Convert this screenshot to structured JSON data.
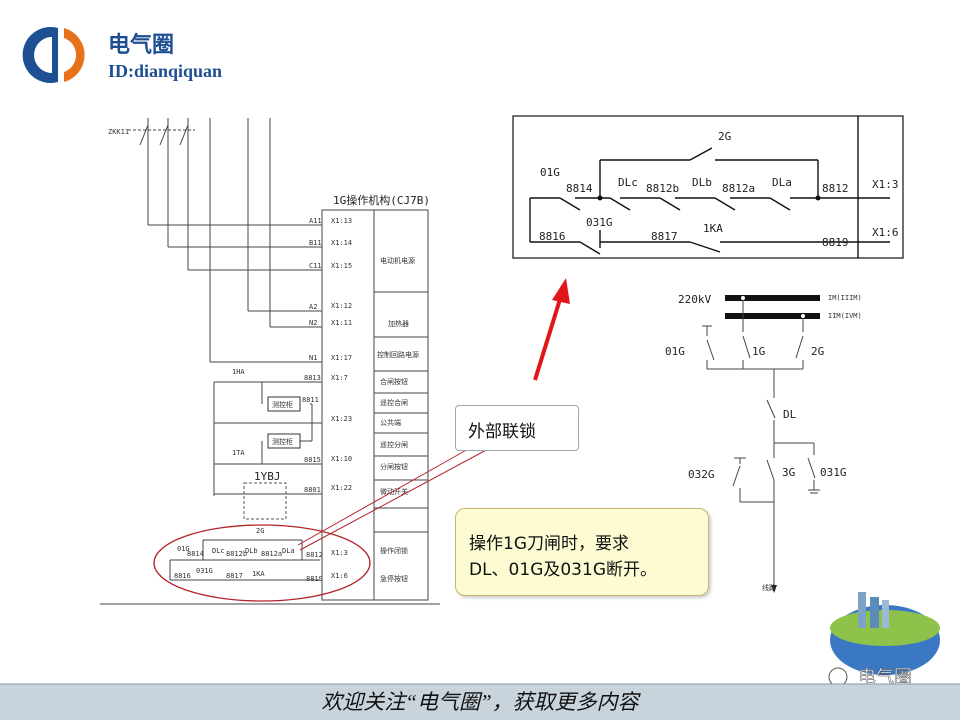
{
  "logo": {
    "name": "电气圈",
    "id_text": "ID:dianqiquan",
    "colors": {
      "blue": "#1f4f93",
      "orange": "#e8721c"
    }
  },
  "schematic": {
    "breaker_label": "ZKK11",
    "mechanism_title": "1G操作机构(CJ7B)",
    "terminals": [
      "X1:13",
      "X1:14",
      "X1:15",
      "X1:12",
      "X1:11",
      "X1:17",
      "X1:7",
      "X1:23",
      "X1:10",
      "X1:22",
      "X1:3",
      "X1:6"
    ],
    "wires": [
      "A11",
      "B11",
      "C11",
      "A2",
      "N2",
      "N1",
      "8813",
      "8811",
      "8815",
      "8801",
      "8812",
      "8819"
    ],
    "functions": [
      "电动机电源",
      "加热器",
      "控制回路电源",
      "合闸按钮",
      "遥控合闸",
      "公共端",
      "遥控分闸",
      "分闸按钮",
      "微动开关",
      "操作闭锁",
      "急停按钮"
    ],
    "relays": [
      "1HA",
      "1TA",
      "1YBJ"
    ],
    "control_box": "测控柜",
    "interlock": {
      "contacts": [
        "2G",
        "01G",
        "DLc",
        "DLb",
        "DLa",
        "031G",
        "1KA"
      ],
      "nodes": [
        "8814",
        "8812b",
        "8812a",
        "8812",
        "8816",
        "8817",
        "8819"
      ],
      "terminals": [
        "X1:3",
        "X1:6"
      ]
    }
  },
  "zoom_box": {
    "contacts": [
      "2G",
      "01G",
      "DLc",
      "DLb",
      "DLa",
      "031G",
      "1KA"
    ],
    "nodes": [
      "8814",
      "8812b",
      "8812a",
      "8812",
      "8816",
      "8817",
      "8819"
    ],
    "terminals": [
      "X1:3",
      "X1:6"
    ]
  },
  "callout": {
    "text": "外部联锁"
  },
  "note": {
    "line1": "操作1G刀闸时，要求",
    "line2": "DL、01G及031G断开。"
  },
  "single_line": {
    "voltage": "220kV",
    "bus1": "IM(IIIM)",
    "bus2": "IIM(IVM)",
    "switches": [
      "01G",
      "1G",
      "2G",
      "DL",
      "032G",
      "3G",
      "031G"
    ],
    "line_label": "线路"
  },
  "footer": {
    "text": "欢迎关注“电气圈”，获取更多内容",
    "watermark": "电气圈"
  },
  "colors": {
    "arrow": "#e0161b",
    "note_bg": "#fdfbd2",
    "footer_bg": "#c9d3dc"
  }
}
